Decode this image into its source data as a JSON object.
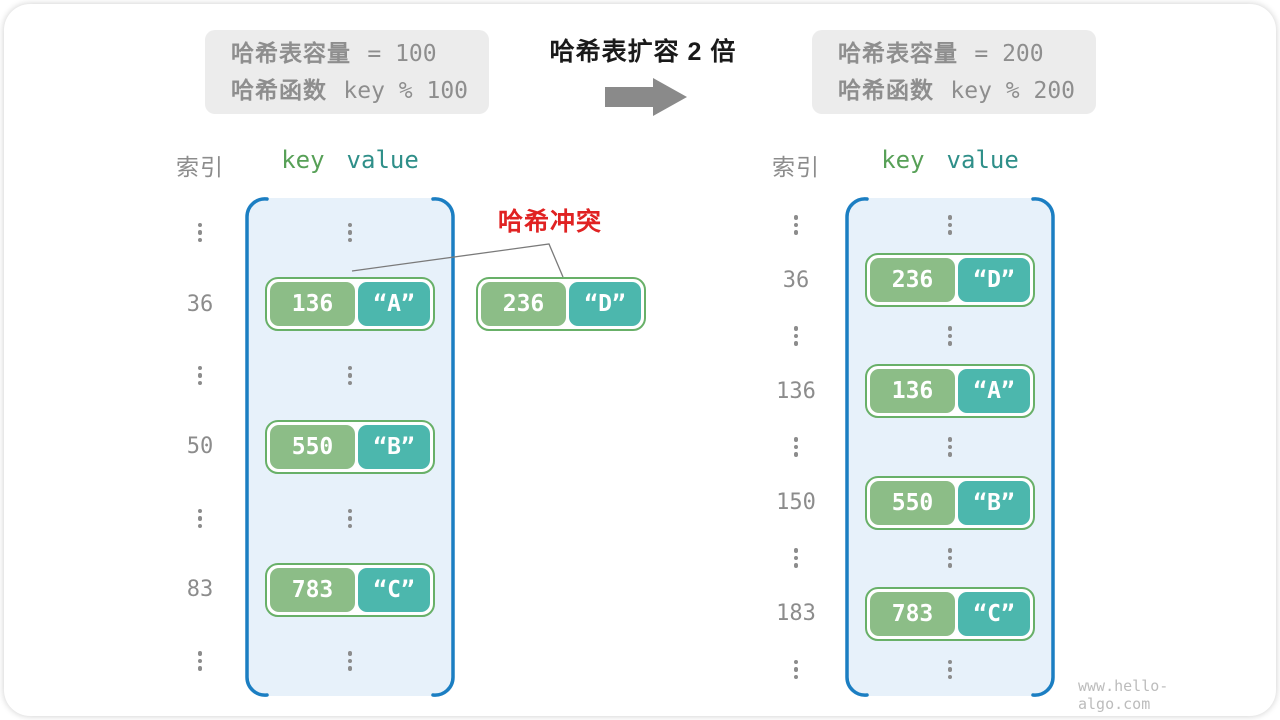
{
  "colors": {
    "bucket_fill": "#e7f1fa",
    "bucket_stroke": "#1b7ec2",
    "pair_border": "#68b068",
    "key_fill": "#8cbd87",
    "value_fill": "#4cb7ad",
    "gray_text": "#8c8c8c",
    "collision_red": "#e02222",
    "info_box_bg": "#ececec",
    "key_header_green": "#57a057",
    "value_header_teal": "#2f8f89",
    "arrow_gray": "#8a8a8a",
    "watermark_gray": "#bcbcbc"
  },
  "header": {
    "left_box": {
      "line1_label": "哈希表容量",
      "line1_code": "= 100",
      "line2_label": "哈希函数",
      "line2_code": "key % 100"
    },
    "title": "哈希表扩容 2 倍",
    "right_box": {
      "line1_label": "哈希表容量",
      "line1_code": "= 200",
      "line2_label": "哈希函数",
      "line2_code": "key % 200"
    }
  },
  "collision": {
    "label": "哈希冲突",
    "pair": {
      "key": "236",
      "value": "“D”"
    }
  },
  "left_table": {
    "index_header": "索引",
    "key_header": "key",
    "value_header": "value",
    "rows": [
      {
        "type": "dots"
      },
      {
        "type": "pair",
        "index": "36",
        "key": "136",
        "value": "“A”"
      },
      {
        "type": "dots"
      },
      {
        "type": "pair",
        "index": "50",
        "key": "550",
        "value": "“B”"
      },
      {
        "type": "dots"
      },
      {
        "type": "pair",
        "index": "83",
        "key": "783",
        "value": "“C”"
      },
      {
        "type": "dots"
      }
    ]
  },
  "right_table": {
    "index_header": "索引",
    "key_header": "key",
    "value_header": "value",
    "rows": [
      {
        "type": "dots"
      },
      {
        "type": "pair",
        "index": "36",
        "key": "236",
        "value": "“D”"
      },
      {
        "type": "dots"
      },
      {
        "type": "pair",
        "index": "136",
        "key": "136",
        "value": "“A”"
      },
      {
        "type": "dots"
      },
      {
        "type": "pair",
        "index": "150",
        "key": "550",
        "value": "“B”"
      },
      {
        "type": "dots"
      },
      {
        "type": "pair",
        "index": "183",
        "key": "783",
        "value": "“C”"
      },
      {
        "type": "dots"
      }
    ]
  },
  "watermark": "www.hello-algo.com"
}
